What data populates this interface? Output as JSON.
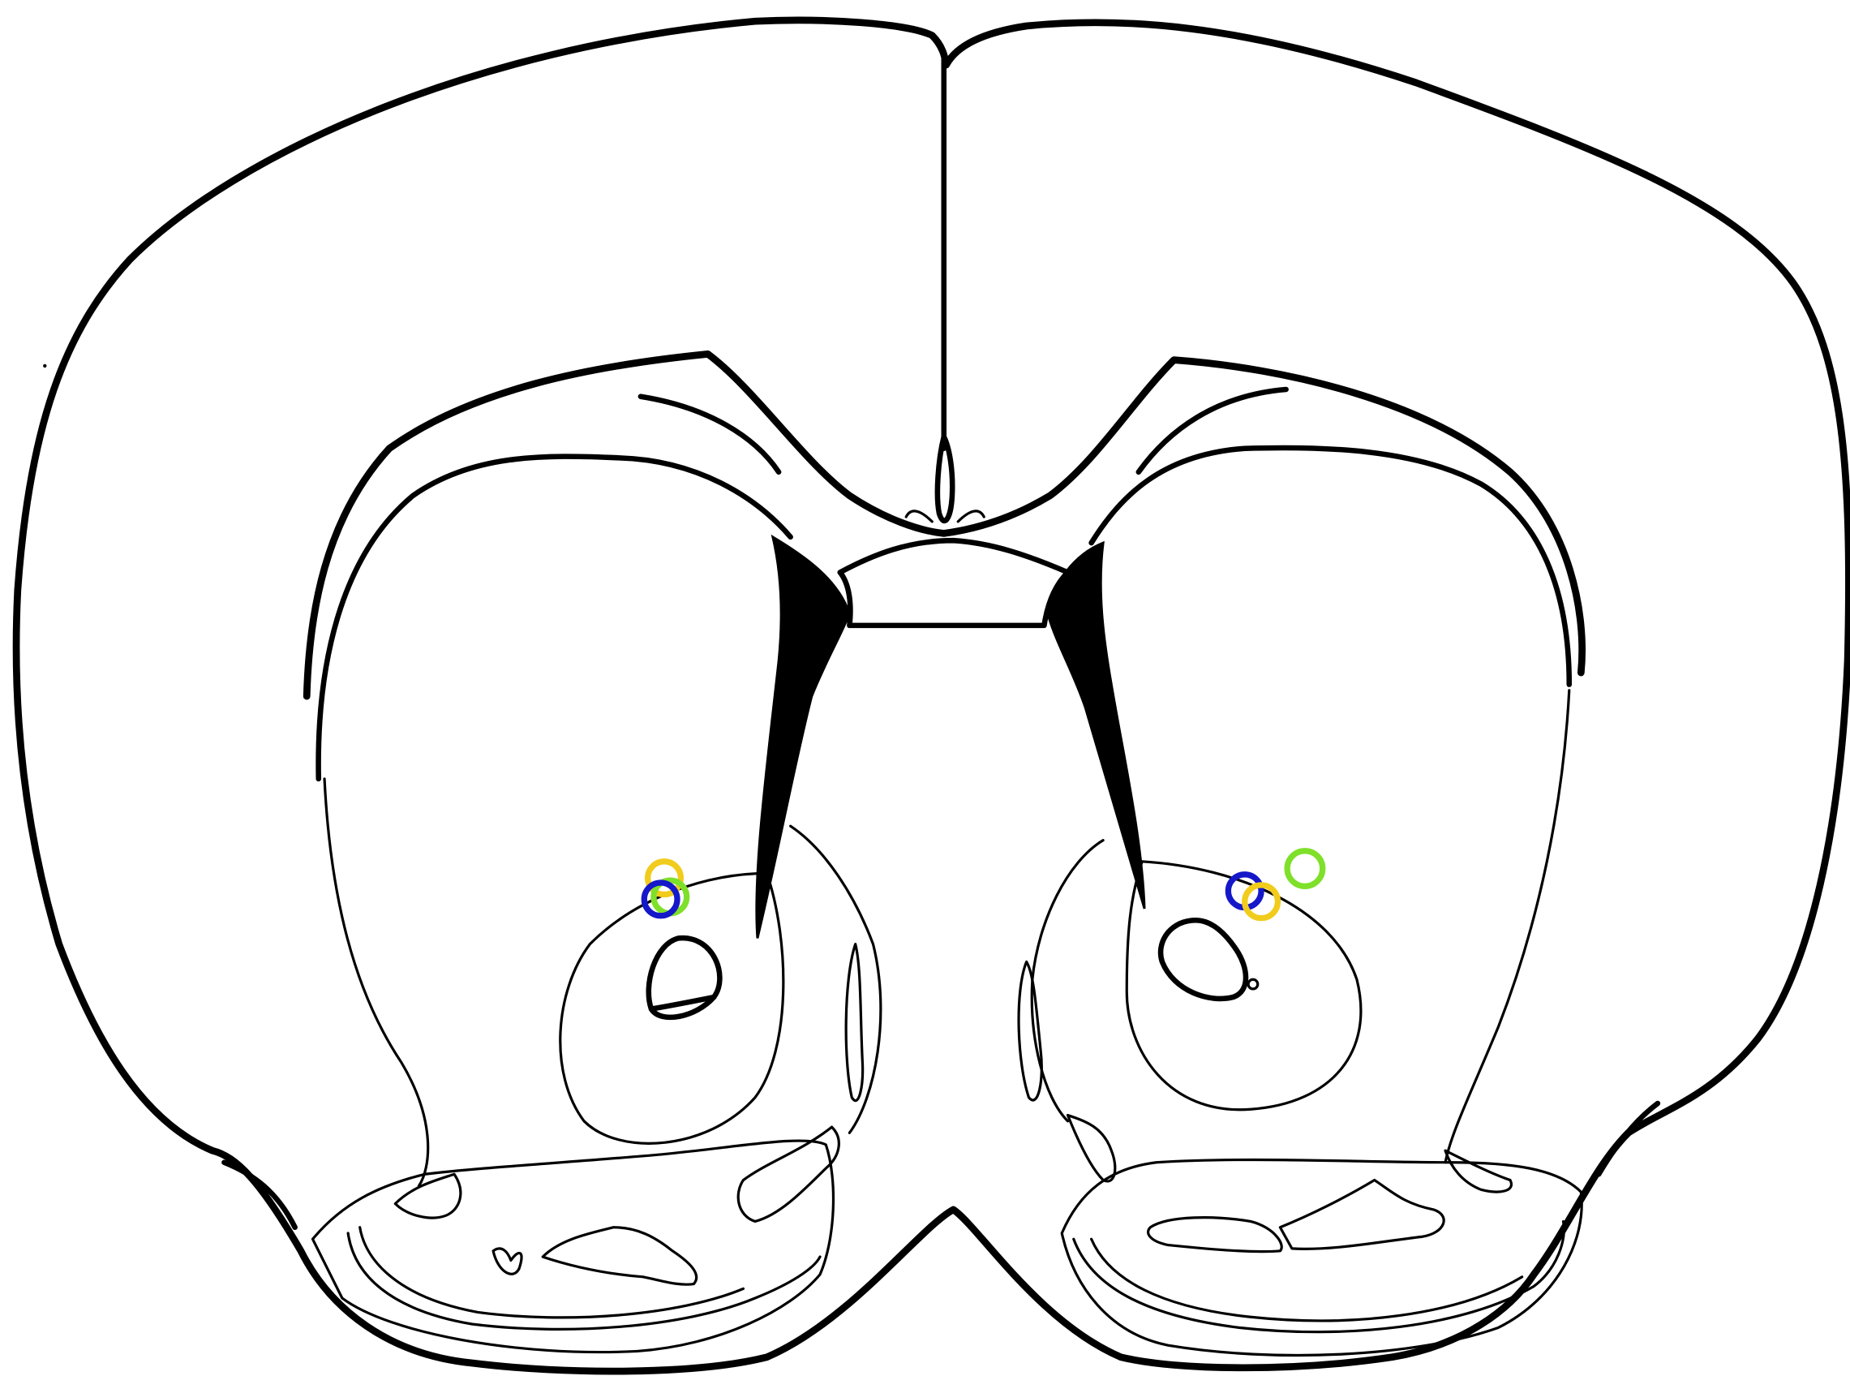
{
  "figure": {
    "background_color": "#ffffff",
    "line_color": "#000000"
  },
  "markers": {
    "colors": {
      "yellow": "#f2cc1c",
      "green": "#7ee02a",
      "blue": "#1518c8"
    },
    "left_hemisphere": [
      {
        "name": "yellow",
        "color": "#f2cc1c"
      },
      {
        "name": "green",
        "color": "#7ee02a"
      },
      {
        "name": "blue",
        "color": "#1518c8"
      }
    ],
    "right_hemisphere": [
      {
        "name": "green",
        "color": "#7ee02a"
      },
      {
        "name": "blue",
        "color": "#1518c8"
      },
      {
        "name": "yellow",
        "color": "#f2cc1c"
      }
    ]
  }
}
